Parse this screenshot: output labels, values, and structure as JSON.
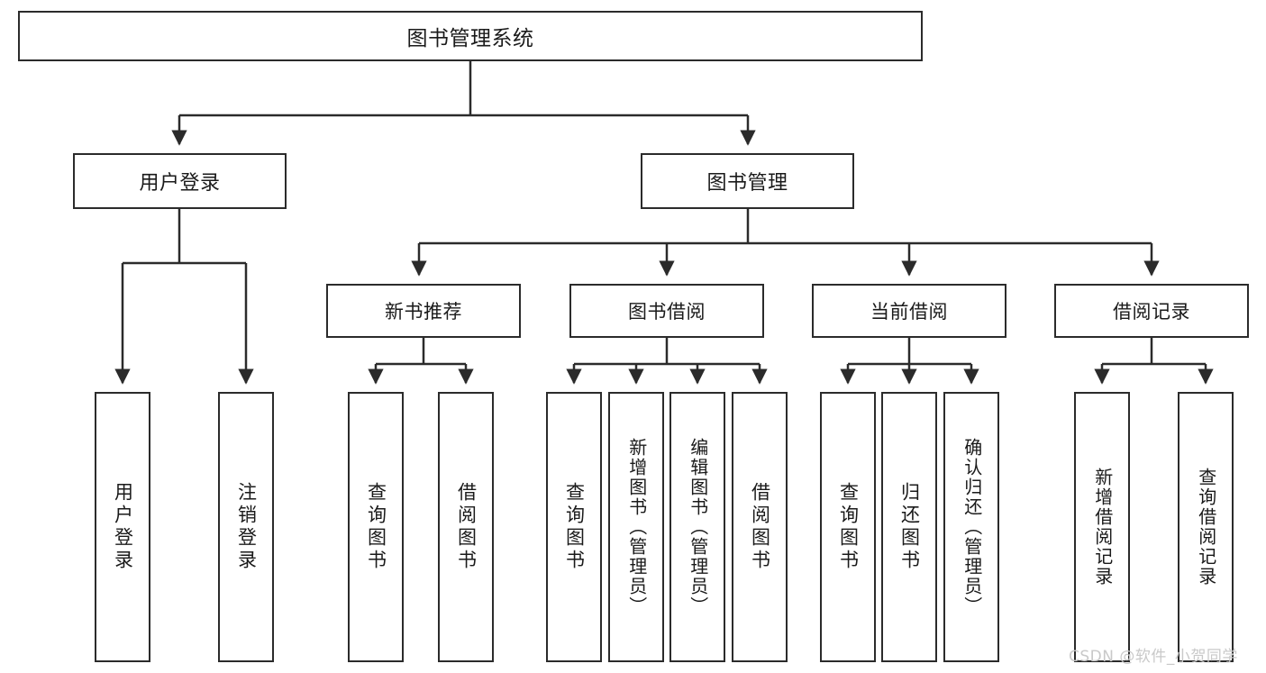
{
  "diagram": {
    "title": "图书管理系统",
    "type": "functional-structure-tree",
    "line_color": "#2b2b2b",
    "box_fill": "#ffffff",
    "text_color": "#1a1a1a"
  },
  "root": {
    "label": "图书管理系统"
  },
  "level1": [
    {
      "label": "用户登录"
    },
    {
      "label": "图书管理"
    }
  ],
  "level2": [
    {
      "label": "新书推荐"
    },
    {
      "label": "图书借阅"
    },
    {
      "label": "当前借阅"
    },
    {
      "label": "借阅记录"
    }
  ],
  "leaves": {
    "user_login": [
      {
        "label": "用户登录"
      },
      {
        "label": "注销登录"
      }
    ],
    "new_book_recommend": [
      {
        "label": "查询图书"
      },
      {
        "label": "借阅图书"
      }
    ],
    "book_borrow": [
      {
        "label": "查询图书"
      },
      {
        "label": "新增图书（管理员）"
      },
      {
        "label": "编辑图书（管理员）"
      },
      {
        "label": "借阅图书"
      }
    ],
    "current_borrow": [
      {
        "label": "查询图书"
      },
      {
        "label": "归还图书"
      },
      {
        "label": "确认归还（管理员）"
      }
    ],
    "borrow_record": [
      {
        "label": "新增借阅记录"
      },
      {
        "label": "查询借阅记录"
      }
    ]
  },
  "watermark": {
    "text": "CSDN @软件_小贺同学",
    "color": "#c9c9c9"
  }
}
